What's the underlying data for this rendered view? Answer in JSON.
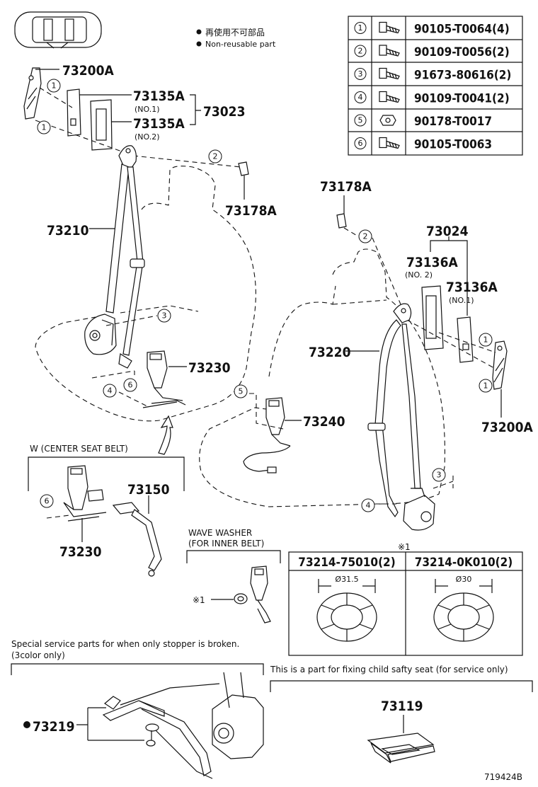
{
  "legend": {
    "jp": "再使用不可部品",
    "en": "Non-reusable part"
  },
  "fastener_table": [
    {
      "ref": "1",
      "part": "90105-T0064(4)"
    },
    {
      "ref": "2",
      "part": "90109-T0056(2)"
    },
    {
      "ref": "3",
      "part": "91673-80616(2)"
    },
    {
      "ref": "4",
      "part": "90109-T0041(2)"
    },
    {
      "ref": "5",
      "part": "90178-T0017"
    },
    {
      "ref": "6",
      "part": "90105-T0063"
    }
  ],
  "labels": {
    "p73200a_top": "73200A",
    "p73135a_1": "73135A",
    "p73135a_1_sub": "(NO.1)",
    "p73135a_2": "73135A",
    "p73135a_2_sub": "(NO.2)",
    "p73023": "73023",
    "p73178a_left": "73178A",
    "p73178a_right": "73178A",
    "p73210": "73210",
    "p73230": "73230",
    "p73024": "73024",
    "p73136a_2": "73136A",
    "p73136a_2_sub": "(NO. 2)",
    "p73136a_1": "73136A",
    "p73136a_1_sub": "(NO.1)",
    "p73220": "73220",
    "p73240": "73240",
    "p73200a_right": "73200A",
    "center_title": "W (CENTER SEAT BELT)",
    "p73150": "73150",
    "p73230_center": "73230",
    "wave_washer_1": "WAVE WASHER",
    "wave_washer_2": "(FOR INNER BELT)",
    "note_mark": "※1",
    "note_mark_table": "※1",
    "special_1": "Special service parts for when only stopper is broken.",
    "special_2": "(3color only)",
    "p73219": "73219",
    "child_note": "This is a part for fixing child safty seat (for service only)",
    "p73119": "73119",
    "figure_id": "719424B"
  },
  "washer_table": [
    {
      "part": "73214-75010(2)",
      "diameter": "Ø31.5"
    },
    {
      "part": "73214-0K010(2)",
      "diameter": "Ø30"
    }
  ],
  "callouts": [
    "1",
    "1",
    "2",
    "3",
    "4",
    "6",
    "2",
    "1",
    "1",
    "5",
    "3",
    "4",
    "6"
  ]
}
